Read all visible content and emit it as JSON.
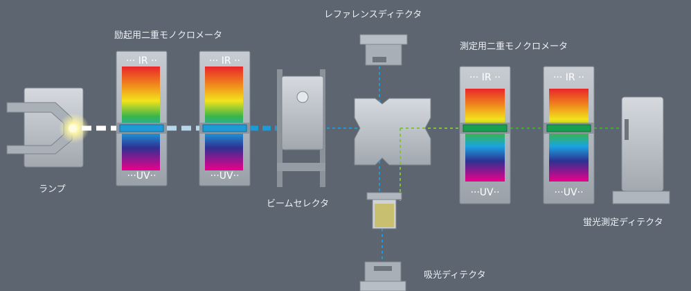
{
  "labels": {
    "lamp": "ランプ",
    "excitation_mono": "励起用二重モノクロメータ",
    "beam_selector": "ビームセレクタ",
    "reference_detector": "レファレンスディテクタ",
    "measurement_mono": "測定用二重モノクロメータ",
    "absorption_detector": "吸光ディテクタ",
    "fluorescence_detector": "蛍光測定ディテクタ"
  },
  "band_labels": {
    "ir": "··· IR ··",
    "uv": "···UV··"
  },
  "colors": {
    "background": "#5c6570",
    "excitation_beam": "#1e9ad6",
    "emission_beam": "#3fae3a",
    "lamp_glow": "#f5f0a0",
    "sample_fill": "#c8c070"
  }
}
